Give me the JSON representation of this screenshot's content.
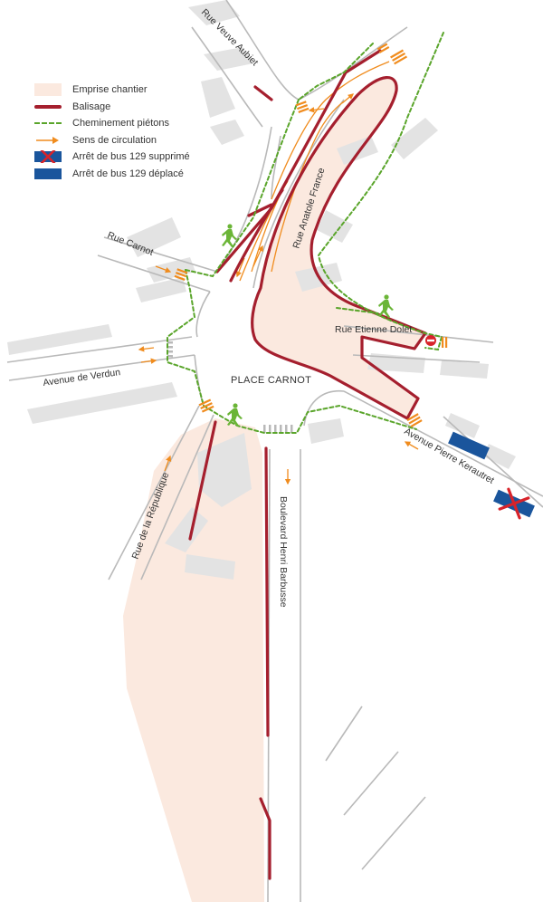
{
  "legend": {
    "items": [
      {
        "key": "chantier",
        "label": "Emprise chantier"
      },
      {
        "key": "balisage",
        "label": "Balisage"
      },
      {
        "key": "pietons",
        "label": "Cheminement piétons"
      },
      {
        "key": "circulation",
        "label": "Sens de circulation"
      },
      {
        "key": "bus_supprime",
        "label": "Arrêt de bus 129 supprimé"
      },
      {
        "key": "bus_deplace",
        "label": "Arrêt de bus 129 déplacé"
      }
    ]
  },
  "streets": {
    "veuve_aubiet": "Rue Veuve Aubiet",
    "anatole_france": "Rue Anatole France",
    "carnot": "Rue Carnot",
    "etienne_dolet": "Rue Etienne Dolet",
    "verdun": "Avenue de Verdun",
    "place_carnot": "PLACE CARNOT",
    "pierre_kerautret": "Avenue Pierre Kerautret",
    "republique": "Rue de la République",
    "henri_barbusse": "Boulevard Henri Barbusse"
  },
  "colors": {
    "chantier": "#fbe9df",
    "balisage": "#a51f2e",
    "pietons": "#5aa52b",
    "circulation": "#f08c1e",
    "bus": "#1a559c",
    "cross": "#d8232a",
    "building": "#e3e3e3",
    "road_edge": "#b9b9b9"
  },
  "icons": {
    "pedestrian": "pedestrian-icon",
    "no_entry": "no-entry-icon",
    "crossing": "crosswalk-icon",
    "arrow": "arrow-icon"
  }
}
